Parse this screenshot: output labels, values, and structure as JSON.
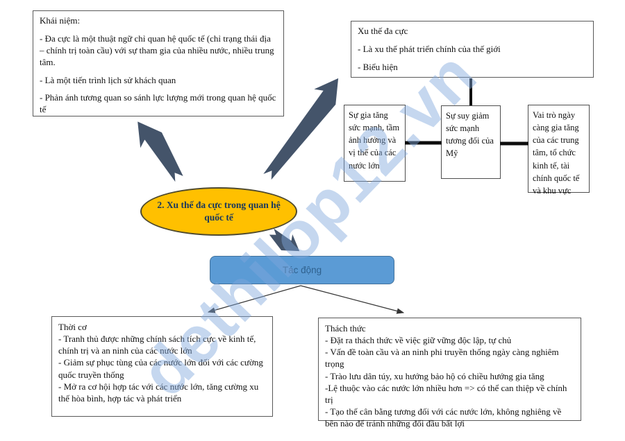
{
  "watermark": {
    "text": "dethilop12.vn"
  },
  "colors": {
    "arrow": "#44546A",
    "center_fill": "#FFC000",
    "center_text": "#17375E",
    "impact_fill": "#5B9BD5",
    "impact_border": "#41719C",
    "watermark": "#7EA7DC",
    "box_border": "#595959",
    "connector": "#0d0d0d"
  },
  "concept": {
    "title": "Khái niệm:",
    "items": [
      "- Đa cực là một thuật ngữ chỉ quan hệ quốc tế (chỉ trạng thái địa – chính trị toàn cầu) với sự tham gia của nhiều nước, nhiều trung tâm.",
      "- Là một tiến trình lịch sử khách quan",
      "- Phản ánh tương quan so sánh lực lượng mới trong quan hệ quốc tế"
    ]
  },
  "trend": {
    "title": "Xu thế đa cực",
    "items": [
      "- Là xu thế phát triển chính của thế giới",
      "- Biểu hiện"
    ]
  },
  "manifestations": {
    "items": [
      "Sự gia tăng sức mạnh, tầm ảnh hưởng và vị thế của các nước lớn",
      "Sự suy giảm sức mạnh tương đối của Mỹ",
      "Vai trò ngày càng gia tăng của các trung tâm, tổ chức kinh tế, tài chính quốc tế và khu vực"
    ]
  },
  "center": {
    "label": "2. Xu thế đa cực trong quan hệ quốc tế"
  },
  "impact": {
    "label": "Tác động"
  },
  "opportunities": {
    "title": "Thời cơ",
    "items": [
      "- Tranh thủ được những chính sách tích cực về kinh tế, chính trị và an ninh của các nước lớn",
      "- Giảm sự phục tùng của các nước lớn đối với các cường quốc truyền thống",
      "- Mở ra cơ hội hợp tác với các nước lớn, tăng cường xu thế hòa bình, hợp tác và phát triển"
    ]
  },
  "challenges": {
    "title": "Thách thức",
    "items": [
      "- Đặt ra thách thức về việc giữ vững độc lập, tự chủ",
      "- Vấn đề toàn cầu và an ninh phi truyền thống ngày càng nghiêm trọng",
      "- Trào lưu dân túy, xu hướng bảo hộ có chiều hướng gia tăng",
      "-Lệ thuộc vào các nước lớn nhiều hơn => có thể can thiệp về chính trị",
      "- Tạo thế cân bằng tương đối với các nước lớn, không nghiêng về bên nào để tránh những đối đầu bất lợi"
    ]
  }
}
